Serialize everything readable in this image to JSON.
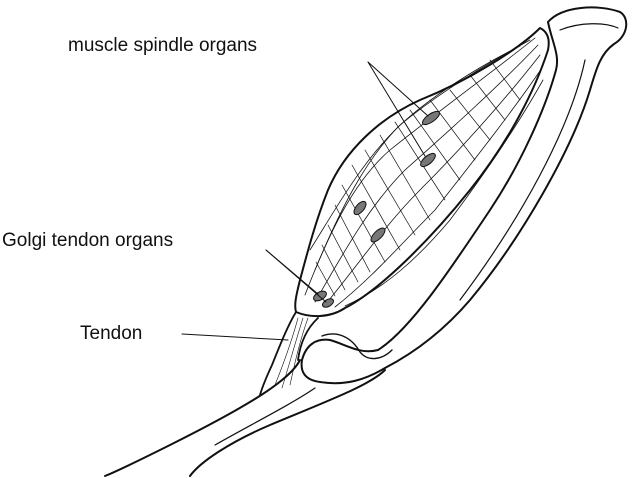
{
  "labels": {
    "muscle_spindle": "muscle spindle organs",
    "golgi_tendon": "Golgi tendon organs",
    "tendon": "Tendon"
  },
  "colors": {
    "ink": "#111111",
    "background": "#ffffff"
  }
}
